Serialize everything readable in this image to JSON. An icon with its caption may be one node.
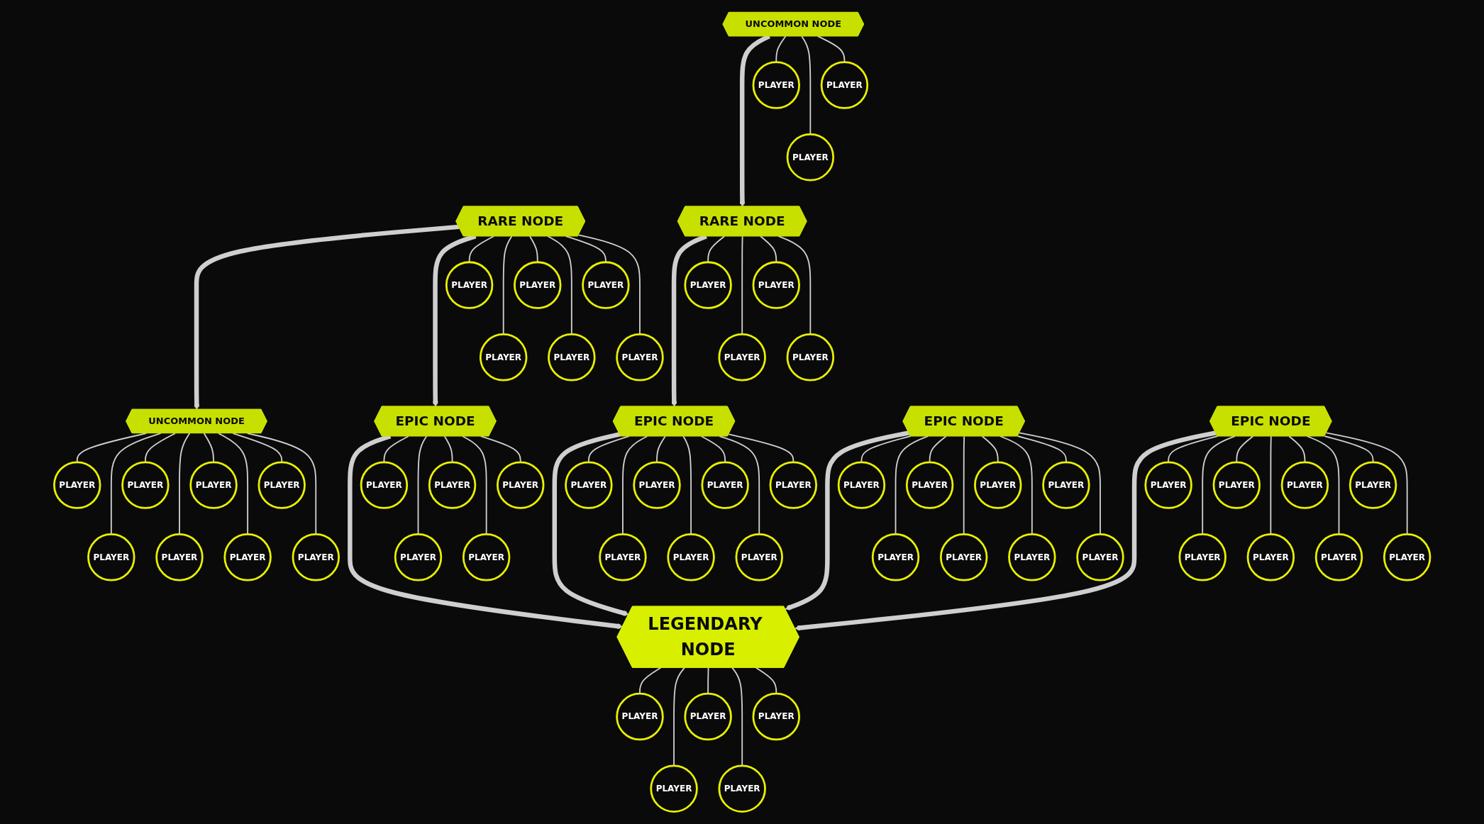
{
  "diagram": {
    "nodes": [
      {
        "text": [
          "RARE NODE"
        ]
      },
      {
        "text": [
          "PLAYER"
        ]
      },
      {
        "text": [
          "PLAYER"
        ]
      },
      {
        "text": [
          "PLAYER"
        ]
      },
      {
        "text": [
          "PLAYER"
        ]
      },
      {
        "text": [
          "PLAYER"
        ]
      },
      {
        "text": [
          "PLAYER"
        ]
      },
      {
        "text": [
          "UNCOMMON NODE"
        ]
      },
      {
        "text": [
          "PLAYER"
        ]
      },
      {
        "text": [
          "PLAYER"
        ]
      },
      {
        "text": [
          "PLAYER"
        ]
      },
      {
        "text": [
          "PLAYER"
        ]
      },
      {
        "text": [
          "PLAYER"
        ]
      },
      {
        "text": [
          "PLAYER"
        ]
      },
      {
        "text": [
          "PLAYER"
        ]
      },
      {
        "text": [
          "PLAYER"
        ]
      },
      {
        "text": [
          "EPIC NODE"
        ]
      },
      {
        "text": [
          "PLAYER"
        ]
      },
      {
        "text": [
          "PLAYER"
        ]
      },
      {
        "text": [
          "PLAYER"
        ]
      },
      {
        "text": [
          "PLAYER"
        ]
      },
      {
        "text": [
          "PLAYER"
        ]
      },
      {
        "text": [
          "EPIC NODE"
        ]
      },
      {
        "text": [
          "PLAYER"
        ]
      },
      {
        "text": [
          "PLAYER"
        ]
      },
      {
        "text": [
          "PLAYER"
        ]
      },
      {
        "text": [
          "PLAYER"
        ]
      },
      {
        "text": [
          "PLAYER"
        ]
      },
      {
        "text": [
          "PLAYER"
        ]
      },
      {
        "text": [
          "PLAYER"
        ]
      },
      {
        "text": [
          "LEGENDARY NODE"
        ]
      },
      {
        "text": [
          "PLAYER"
        ]
      },
      {
        "text": [
          "PLAYER"
        ]
      },
      {
        "text": [
          "PLAYER"
        ]
      },
      {
        "text": [
          "PLAYER"
        ]
      },
      {
        "text": [
          "PLAYER"
        ]
      },
      {
        "text": [
          "RARE NODE"
        ]
      },
      {
        "text": [
          "PLAYER"
        ]
      },
      {
        "text": [
          "PLAYER"
        ]
      },
      {
        "text": [
          "PLAYER"
        ]
      },
      {
        "text": [
          "PLAYER"
        ]
      },
      {
        "text": [
          "UNCOMMON NODE"
        ]
      },
      {
        "text": [
          "PLAYER"
        ]
      },
      {
        "text": [
          "PLAYER"
        ]
      },
      {
        "text": [
          "PLAYER"
        ]
      },
      {
        "text": [
          "EPIC NODE"
        ]
      },
      {
        "text": [
          "PLAYER"
        ]
      },
      {
        "text": [
          "PLAYER"
        ]
      },
      {
        "text": [
          "PLAYER"
        ]
      },
      {
        "text": [
          "PLAYER"
        ]
      },
      {
        "text": [
          "PLAYER"
        ]
      },
      {
        "text": [
          "PLAYER"
        ]
      },
      {
        "text": [
          "PLAYER"
        ]
      },
      {
        "text": [
          "PLAYER"
        ]
      },
      {
        "text": [
          "EPIC NODE"
        ]
      },
      {
        "text": [
          "PLAYER"
        ]
      },
      {
        "text": [
          "PLAYER"
        ]
      },
      {
        "text": [
          "PLAYER"
        ]
      },
      {
        "text": [
          "PLAYER"
        ]
      },
      {
        "text": [
          "PLAYER"
        ]
      },
      {
        "text": [
          "PLAYER"
        ]
      },
      {
        "text": [
          "PLAYER"
        ]
      },
      {
        "text": [
          "PLAYER"
        ]
      }
    ],
    "edges": [
      {
        "from": 0,
        "to": 7,
        "arrow": "to",
        "style": "thick"
      },
      {
        "from": 0,
        "to": 16,
        "arrow": "to",
        "style": "thick"
      },
      {
        "from": 16,
        "to": 30,
        "arrow": "to",
        "style": "thick"
      },
      {
        "from": 22,
        "to": 30,
        "arrow": "to",
        "style": "thick"
      },
      {
        "from": 36,
        "to": 22,
        "arrow": "to",
        "style": "thick"
      },
      {
        "from": 41,
        "to": 36,
        "arrow": "to",
        "style": "thick"
      },
      {
        "from": 45,
        "to": 30,
        "arrow": "to",
        "style": "thick"
      },
      {
        "from": 54,
        "to": 30,
        "arrow": "to",
        "style": "thick"
      },
      {
        "from": 0,
        "to": 1,
        "arrow": "none"
      },
      {
        "from": 0,
        "to": 2,
        "arrow": "none"
      },
      {
        "from": 0,
        "to": 3,
        "arrow": "none"
      },
      {
        "from": 0,
        "to": 4,
        "arrow": "none"
      },
      {
        "from": 0,
        "to": 5,
        "arrow": "none"
      },
      {
        "from": 0,
        "to": 6,
        "arrow": "none"
      },
      {
        "from": 7,
        "to": 8,
        "arrow": "none"
      },
      {
        "from": 7,
        "to": 9,
        "arrow": "none"
      },
      {
        "from": 7,
        "to": 10,
        "arrow": "none"
      },
      {
        "from": 7,
        "to": 11,
        "arrow": "none"
      },
      {
        "from": 7,
        "to": 12,
        "arrow": "none"
      },
      {
        "from": 7,
        "to": 13,
        "arrow": "none"
      },
      {
        "from": 7,
        "to": 14,
        "arrow": "none"
      },
      {
        "from": 7,
        "to": 15,
        "arrow": "none"
      },
      {
        "from": 16,
        "to": 17,
        "arrow": "none"
      },
      {
        "from": 16,
        "to": 18,
        "arrow": "none"
      },
      {
        "from": 16,
        "to": 19,
        "arrow": "none"
      },
      {
        "from": 16,
        "to": 20,
        "arrow": "none"
      },
      {
        "from": 16,
        "to": 21,
        "arrow": "none"
      },
      {
        "from": 22,
        "to": 23,
        "arrow": "none"
      },
      {
        "from": 22,
        "to": 24,
        "arrow": "none"
      },
      {
        "from": 22,
        "to": 25,
        "arrow": "none"
      },
      {
        "from": 22,
        "to": 26,
        "arrow": "none"
      },
      {
        "from": 22,
        "to": 27,
        "arrow": "none"
      },
      {
        "from": 22,
        "to": 28,
        "arrow": "none"
      },
      {
        "from": 22,
        "to": 29,
        "arrow": "none"
      },
      {
        "from": 30,
        "to": 31,
        "arrow": "none"
      },
      {
        "from": 30,
        "to": 32,
        "arrow": "none"
      },
      {
        "from": 30,
        "to": 33,
        "arrow": "none"
      },
      {
        "from": 30,
        "to": 34,
        "arrow": "none"
      },
      {
        "from": 30,
        "to": 35,
        "arrow": "none"
      },
      {
        "from": 36,
        "to": 37,
        "arrow": "none"
      },
      {
        "from": 36,
        "to": 38,
        "arrow": "none"
      },
      {
        "from": 36,
        "to": 39,
        "arrow": "none"
      },
      {
        "from": 36,
        "to": 40,
        "arrow": "none"
      },
      {
        "from": 41,
        "to": 42,
        "arrow": "none"
      },
      {
        "from": 41,
        "to": 43,
        "arrow": "none"
      },
      {
        "from": 41,
        "to": 44,
        "arrow": "none"
      },
      {
        "from": 45,
        "to": 46,
        "arrow": "none"
      },
      {
        "from": 45,
        "to": 47,
        "arrow": "none"
      },
      {
        "from": 45,
        "to": 48,
        "arrow": "none"
      },
      {
        "from": 45,
        "to": 49,
        "arrow": "none"
      },
      {
        "from": 45,
        "to": 50,
        "arrow": "none"
      },
      {
        "from": 45,
        "to": 51,
        "arrow": "none"
      },
      {
        "from": 45,
        "to": 52,
        "arrow": "none"
      },
      {
        "from": 45,
        "to": 53,
        "arrow": "none"
      },
      {
        "from": 54,
        "to": 55,
        "arrow": "none"
      },
      {
        "from": 54,
        "to": 56,
        "arrow": "none"
      },
      {
        "from": 54,
        "to": 57,
        "arrow": "none"
      },
      {
        "from": 54,
        "to": 58,
        "arrow": "none"
      },
      {
        "from": 54,
        "to": 59,
        "arrow": "none"
      },
      {
        "from": 54,
        "to": 60,
        "arrow": "none"
      },
      {
        "from": 54,
        "to": 61,
        "arrow": "none"
      },
      {
        "from": 54,
        "to": 62,
        "arrow": "none"
      }
    ]
  }
}
